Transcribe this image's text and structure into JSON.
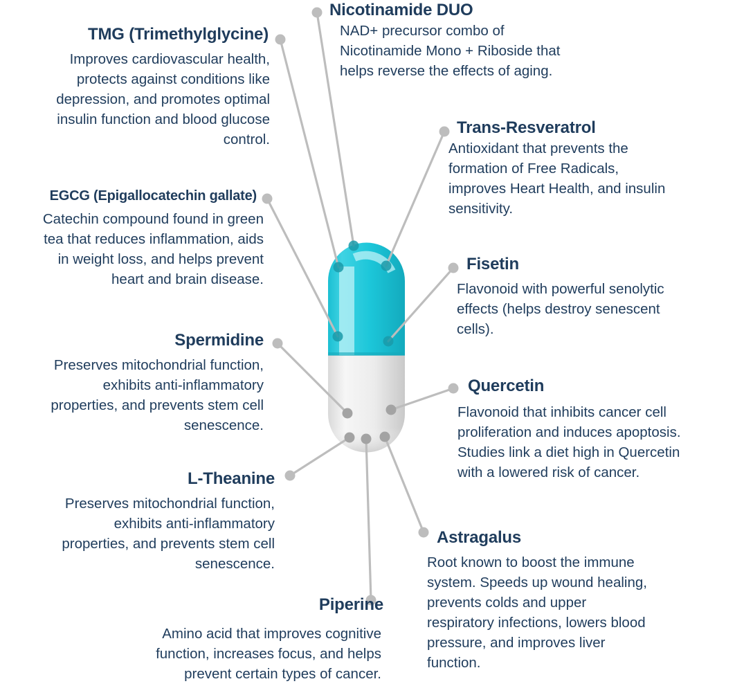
{
  "colors": {
    "text": "#1f3c5c",
    "connector": "#b9b9b9",
    "capsule_top": "#22c7d9",
    "capsule_bottom": "#efefef"
  },
  "ingredients": {
    "tmg": {
      "title": "TMG (Trimethylglycine)",
      "lines": [
        "Improves cardiovascular health,",
        "protects against conditions like",
        "depression, and promotes optimal",
        "insulin function and blood glucose",
        "control."
      ]
    },
    "nicotinamide": {
      "title": "Nicotinamide DUO",
      "lines": [
        "NAD+ precursor combo of",
        "Nicotinamide Mono + Riboside that",
        "helps reverse the effects of aging."
      ]
    },
    "resveratrol": {
      "title": "Trans-Resveratrol",
      "lines": [
        "Antioxidant that prevents the",
        "formation of Free Radicals,",
        "improves Heart Health, and insulin",
        "sensitivity."
      ]
    },
    "egcg": {
      "title": "EGCG (Epigallocatechin gallate)",
      "lines": [
        "Catechin compound found in green",
        "tea that reduces inflammation, aids",
        "in weight loss, and helps prevent",
        "heart and brain disease."
      ]
    },
    "fisetin": {
      "title": "Fisetin",
      "lines": [
        "Flavonoid with powerful senolytic",
        "effects (helps destroy senescent",
        "cells)."
      ]
    },
    "spermidine": {
      "title": "Spermidine",
      "lines": [
        "Preserves mitochondrial function,",
        "exhibits anti-inflammatory",
        "properties, and prevents stem cell",
        "senescence."
      ]
    },
    "quercetin": {
      "title": "Quercetin",
      "lines": [
        "Flavonoid that inhibits cancer cell",
        "proliferation and induces apoptosis.",
        "Studies link a diet high in Quercetin",
        "with a lowered risk of cancer."
      ]
    },
    "ltheanine": {
      "title": "L-Theanine",
      "lines": [
        "Preserves mitochondrial function,",
        "exhibits anti-inflammatory",
        "properties, and prevents stem cell",
        "senescence."
      ]
    },
    "astragalus": {
      "title": "Astragalus",
      "lines": [
        "Root known to boost the immune",
        "system. Speeds up wound healing,",
        "prevents colds and upper",
        "respiratory infections, lowers blood",
        "pressure, and improves liver",
        "function."
      ]
    },
    "piperine": {
      "title": "Piperine",
      "lines": [
        "Amino acid that improves cognitive",
        "function, increases focus, and helps",
        "prevent certain types of cancer."
      ]
    }
  }
}
